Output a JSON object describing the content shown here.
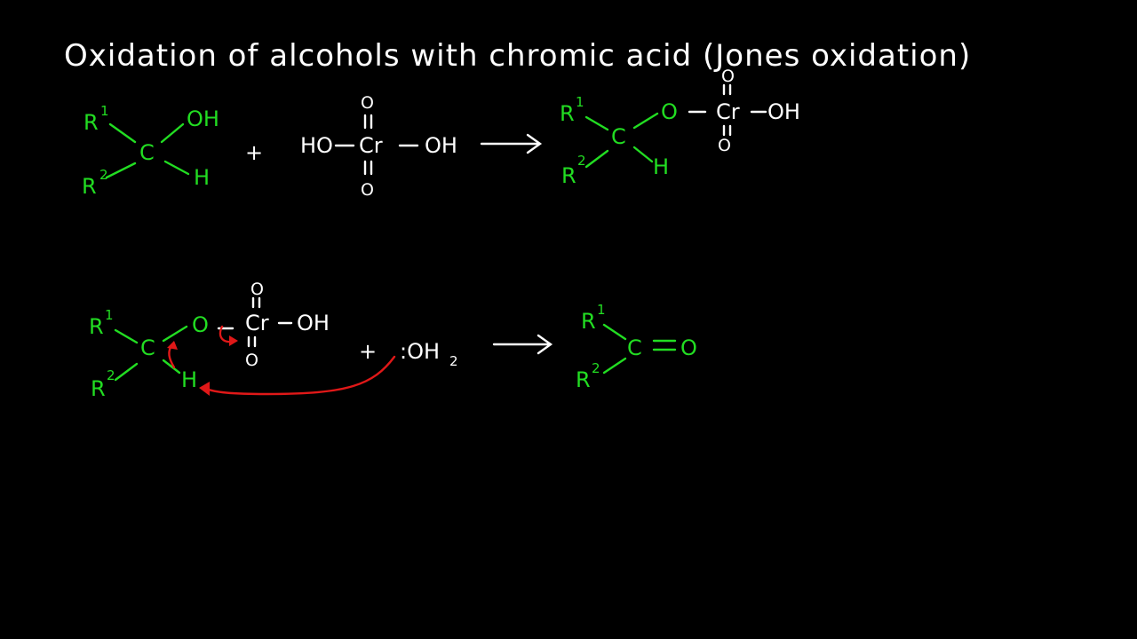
{
  "title": "Oxidation of alcohols with chromic acid (Jones oxidation)",
  "colors": {
    "background": "#000000",
    "green": "#22dd22",
    "white": "#ffffff",
    "red": "#e01818"
  },
  "atoms": {
    "R1": "R",
    "R2": "R",
    "sup1": "1",
    "sup2": "2",
    "C": "C",
    "OH": "OH",
    "H": "H",
    "O": "O",
    "Cr": "Cr",
    "HO": "HO",
    "plus": "+",
    "water_prefix": ":OH",
    "water_sub": "2"
  }
}
